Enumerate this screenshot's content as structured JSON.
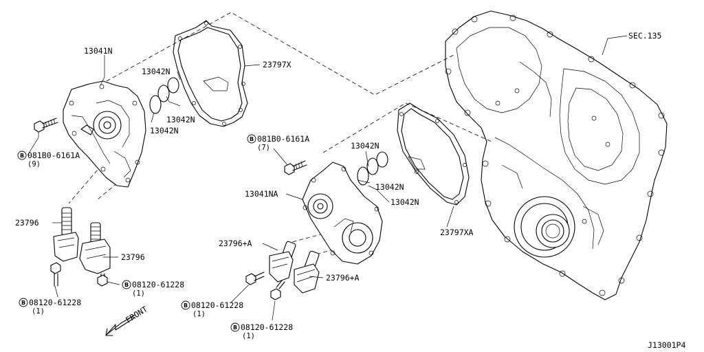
{
  "diagram_code": "J13001P4",
  "labels": {
    "cover_lh": "13041N",
    "cover_rh": "13041NA",
    "gasket_upper": "23797X",
    "gasket_lower": "23797XA",
    "seal_a1": "13042N",
    "seal_a2": "13042N",
    "seal_a3": "13042N",
    "seal_b1": "13042N",
    "seal_b2": "13042N",
    "seal_b3": "13042N",
    "sec_ref": "SEC.135",
    "solenoid_lh_1": "23796",
    "solenoid_lh_2": "23796",
    "solenoid_rh_1": "23796+A",
    "solenoid_rh_2": "23796+A",
    "bolt_a": "081B0-6161A",
    "bolt_a_qty": "(9)",
    "bolt_b": "081B0-6161A",
    "bolt_b_qty": "(7)",
    "screw_1": "08120-61228",
    "screw_1_qty": "(1)",
    "screw_2": "08120-61228",
    "screw_2_qty": "(1)",
    "screw_3": "08120-61228",
    "screw_3_qty": "(1)",
    "screw_4": "08120-61228",
    "screw_4_qty": "(1)",
    "front": "FRONT",
    "bolt_symbol": "B"
  }
}
